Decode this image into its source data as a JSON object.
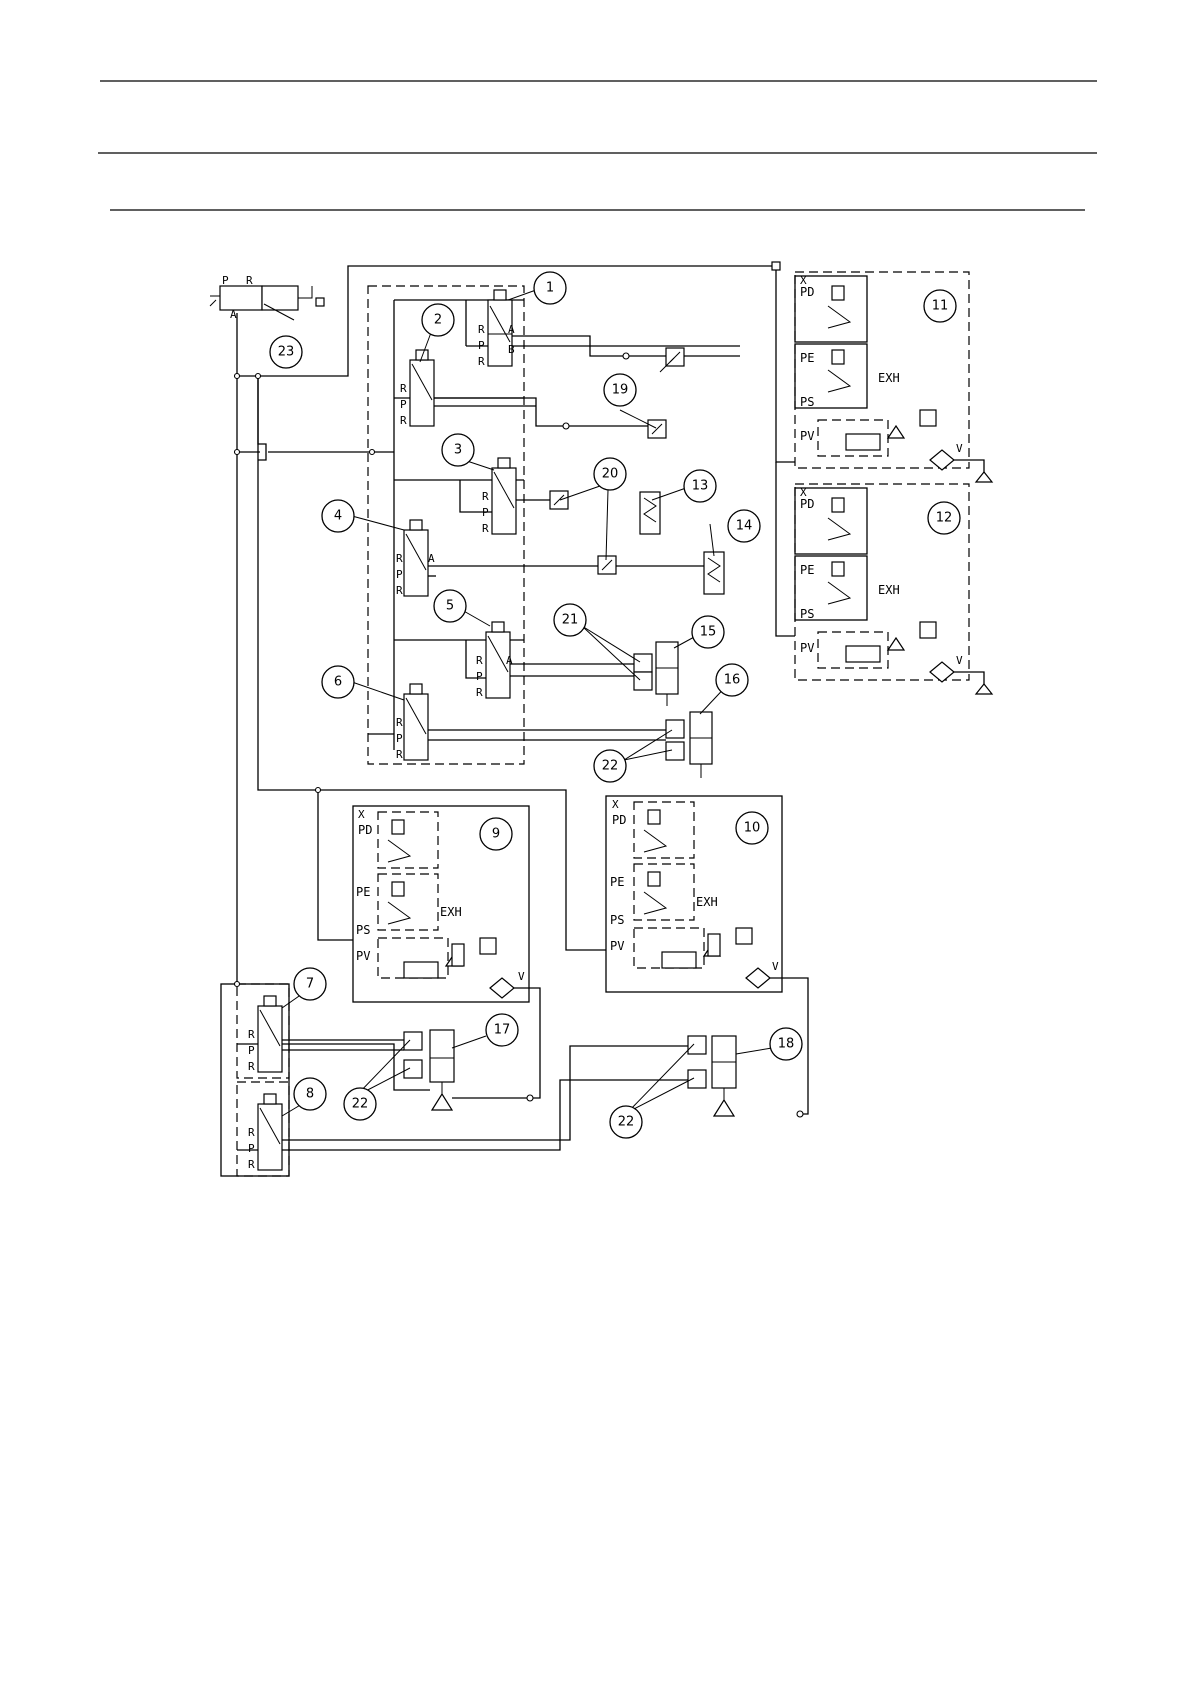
{
  "balloons": [
    "1",
    "2",
    "3",
    "4",
    "5",
    "6",
    "7",
    "8",
    "9",
    "10",
    "11",
    "12",
    "13",
    "14",
    "15",
    "16",
    "17",
    "18",
    "19",
    "20",
    "21",
    "22",
    "22",
    "22",
    "23"
  ],
  "valve_ports": {
    "r": "R",
    "a": "A",
    "p": "P",
    "b": "B"
  },
  "regulator_labels": {
    "pd": "PD",
    "pe": "PE",
    "ps": "PS",
    "pv": "PV",
    "exh": "EXH",
    "v": "V",
    "x": "X"
  },
  "manual_valve_labels": {
    "p": "P",
    "r": "R",
    "a": "A"
  }
}
